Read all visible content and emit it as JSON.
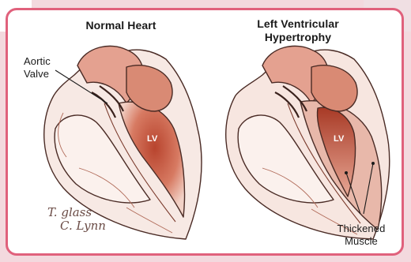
{
  "left": {
    "title": "Normal Heart",
    "chamber": "LV",
    "callout": "Aortic\nValve"
  },
  "right": {
    "title": "Left Ventricular\nHypertrophy",
    "chamber": "LV",
    "callout": "Thickened\nMuscle"
  },
  "signature": {
    "line1": "T. glass",
    "line2": "C. Lynn"
  },
  "colors": {
    "frame": "#e0617c",
    "tissue": "#c8553f",
    "outline": "#4a2b25"
  }
}
